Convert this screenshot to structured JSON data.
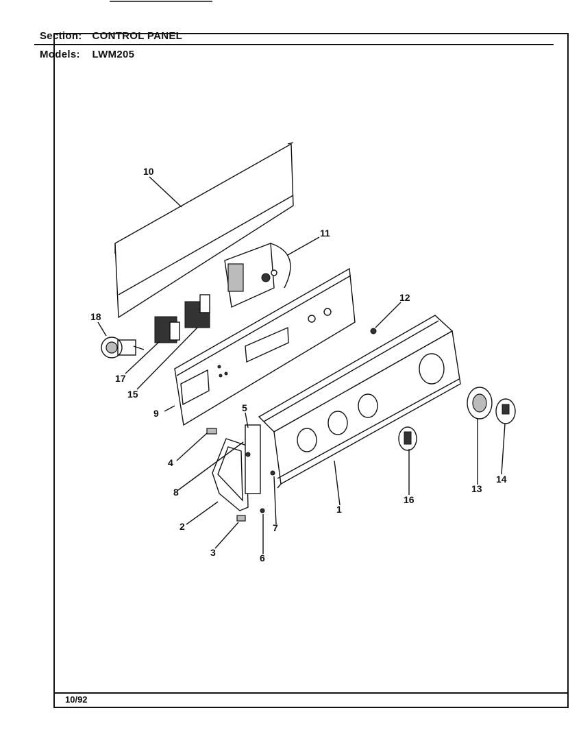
{
  "header": {
    "section_label": "Section:",
    "section_value": "CONTROL PANEL",
    "models_label": "Models:",
    "models_value": "LWM205"
  },
  "footer": {
    "date": "10/92"
  },
  "callouts": [
    {
      "id": "10",
      "text": "10"
    },
    {
      "id": "11",
      "text": "11"
    },
    {
      "id": "12",
      "text": "12"
    },
    {
      "id": "18",
      "text": "18"
    },
    {
      "id": "17",
      "text": "17"
    },
    {
      "id": "15",
      "text": "15"
    },
    {
      "id": "9",
      "text": "9"
    },
    {
      "id": "5",
      "text": "5"
    },
    {
      "id": "4",
      "text": "4"
    },
    {
      "id": "8",
      "text": "8"
    },
    {
      "id": "2",
      "text": "2"
    },
    {
      "id": "3",
      "text": "3"
    },
    {
      "id": "6",
      "text": "6"
    },
    {
      "id": "7",
      "text": "7"
    },
    {
      "id": "1",
      "text": "1"
    },
    {
      "id": "16",
      "text": "16"
    },
    {
      "id": "13",
      "text": "13"
    },
    {
      "id": "14",
      "text": "14"
    }
  ]
}
